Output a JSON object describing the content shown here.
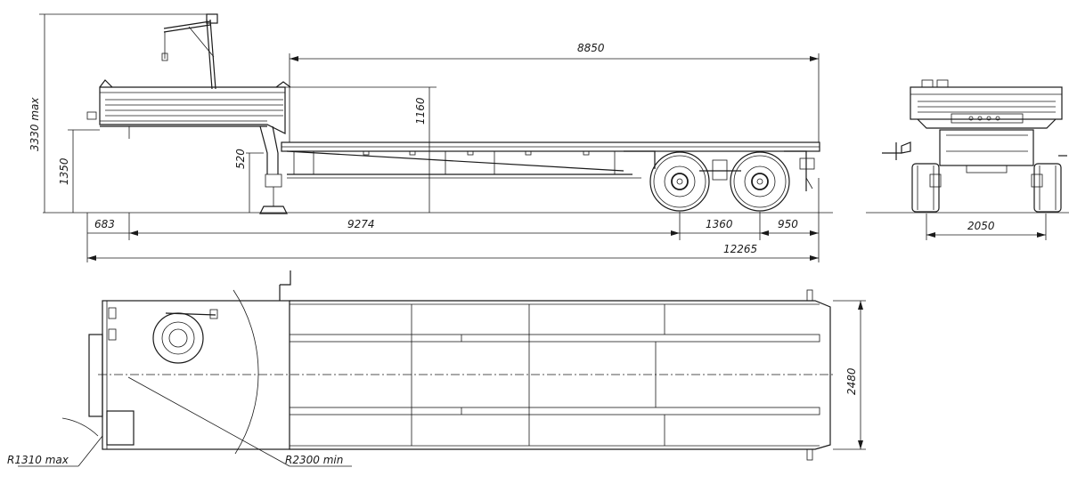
{
  "dimensions": {
    "overall_height": "3330 max",
    "coupling_height": "1350",
    "platform_height": "1160",
    "step_height": "520",
    "kingpin_offset": "683",
    "wheelbase_main": "9274",
    "axle_spread": "1360",
    "rear_overhang": "950",
    "overall_length": "12265",
    "platform_length": "8850",
    "track_width": "2050",
    "overall_width": "2480",
    "front_swing_radius": "R1310 max",
    "turning_radius": "R2300 min"
  },
  "colors": {
    "line": "#1a1a1a",
    "background": "#ffffff"
  }
}
